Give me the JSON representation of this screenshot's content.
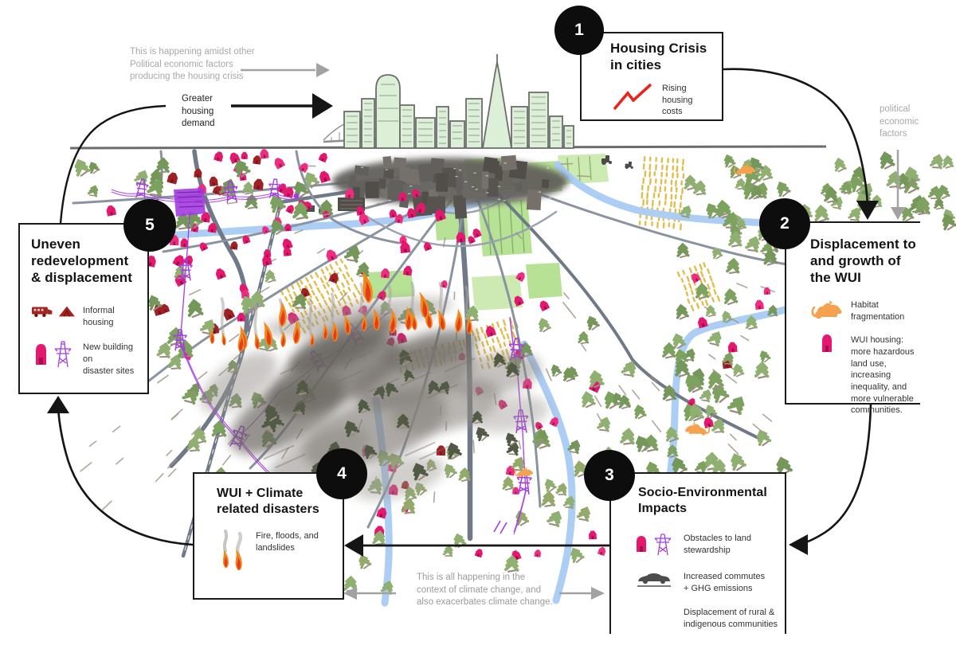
{
  "boxes": {
    "b1": {
      "number": "1",
      "title": "Housing Crisis\nin cities",
      "items": [
        {
          "icon": "rising-costs-chart-icon",
          "label": "Rising housing\ncosts"
        }
      ]
    },
    "b2": {
      "number": "2",
      "title": "Displacement to\nand growth of\nthe WUI",
      "items": [
        {
          "icon": "cougar-icon",
          "label": "Habitat\nfragmentation"
        },
        {
          "icon": "house-icon",
          "label": "WUI housing:\nmore hazardous\nland use, increasing\ninequality, and\nmore vulnerable\ncommunities."
        }
      ]
    },
    "b3": {
      "number": "3",
      "title": "Socio-Environmental\nImpacts",
      "items": [
        {
          "icon": "house-and-pylon-icon",
          "label": "Obstacles to land\nstewardship"
        },
        {
          "icon": "car-icon",
          "label": "Increased commutes\n+ GHG emissions"
        },
        {
          "icon": "none",
          "label": "Displacement of rural &\nindigenous communities"
        }
      ]
    },
    "b4": {
      "number": "4",
      "title": "WUI + Climate\nrelated disasters",
      "items": [
        {
          "icon": "fire-icon",
          "label": "Fire, floods, and\nlandslides"
        }
      ]
    },
    "b5": {
      "number": "5",
      "title": "Uneven\nredevelopment\n& displacement",
      "items": [
        {
          "icon": "rv-and-tent-icon",
          "label": "Informal housing"
        },
        {
          "icon": "house-and-pylon-icon",
          "label": "New building on\ndisaster sites"
        }
      ]
    }
  },
  "annotations": {
    "political_factors_note": "This is happening amidst other\nPolitical economic factors\nproducing the housing crisis",
    "greater_housing_demand": "Greater\nhousing\ndemand",
    "political_economic_factors": "political\neconomic\nfactors",
    "climate_note": "This is all happening in the\ncontext of climate change, and\nalso exacerbates climate change."
  },
  "map": {
    "colors": {
      "tree": "#7da15e",
      "treeAlt": "#8fb070",
      "treeDark": "#75975a",
      "treeYellow": "#93aa6b",
      "burnt": "#515a45",
      "housePink": "#e4186e",
      "housePink2": "#ef2c80",
      "houseRed": "#9e2123",
      "road": "#6f7988",
      "roadMinor": "#8a93a0",
      "arc": "#9aa2ad",
      "river": "#accdf4",
      "field": "#b7e295",
      "fieldLight": "#cdeab3",
      "fieldTrack": "#86b768",
      "crop": "#e0bd4e",
      "purple": "#a43be0",
      "smoke": "#6b6661",
      "smokeLight": "#96918b",
      "flame": "#f28b1d",
      "flameCore": "#e23d1c",
      "city": "#62605c",
      "cityDark": "#514d48",
      "cityLight": "#76706a",
      "skyline": "#dcefd7",
      "skylineStroke": "#6d6d6d",
      "horizon": "#6b6b6b",
      "grass": "#9d9084",
      "gray": "#a2a2a2",
      "black": "#151515",
      "animal": "#f5a14e",
      "chartRed": "#e8251d"
    }
  }
}
